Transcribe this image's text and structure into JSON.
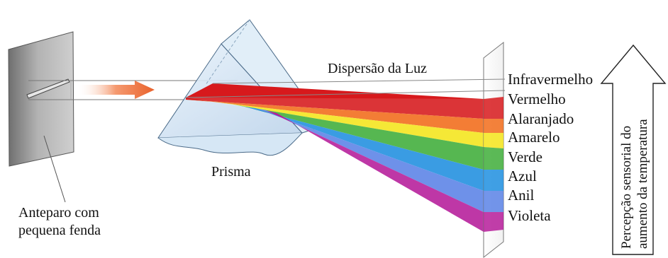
{
  "labels": {
    "screen_line1": "Anteparo com",
    "screen_line2": "pequena fenda",
    "prism": "Prisma",
    "dispersion": "Dispersão da Luz",
    "arrow_line1": "Percepção sensorial do",
    "arrow_line2": "aumento da temperatura"
  },
  "spectrum": [
    {
      "name": "Infravermelho",
      "color": ""
    },
    {
      "name": "Vermelho",
      "color": "#d7191c"
    },
    {
      "name": "Alaranjado",
      "color": "#f26c1a"
    },
    {
      "name": "Amarelo",
      "color": "#f4e51b"
    },
    {
      "name": "Verde",
      "color": "#3fae3a"
    },
    {
      "name": "Azul",
      "color": "#1f8fe0"
    },
    {
      "name": "Anil",
      "color": "#3d73d8"
    },
    {
      "name": "Violeta",
      "color": "#b61c9a"
    }
  ],
  "colors": {
    "incident_beam": "#ef7a45",
    "screen": "#9a9a9a",
    "prism_glass": "#cfe3f4"
  }
}
